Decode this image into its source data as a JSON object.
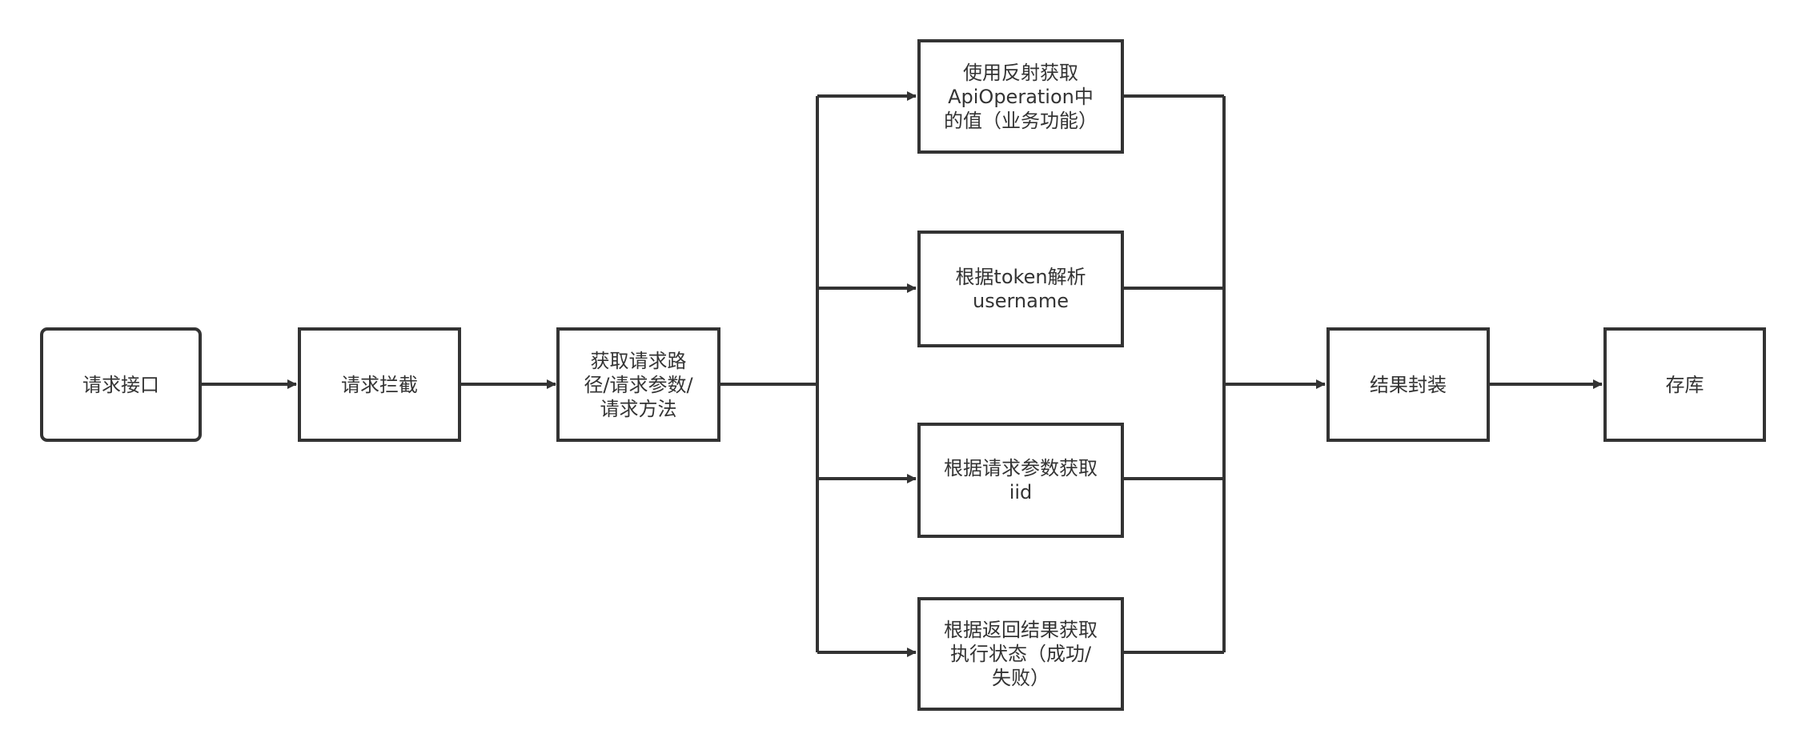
{
  "diagram": {
    "type": "flowchart",
    "colors": {
      "stroke": "#333333",
      "fill": "#ffffff",
      "text": "#333333"
    },
    "nodes": {
      "request_interface": "请求接口",
      "request_intercept": "请求拦截",
      "get_request_info": "获取请求路\n径/请求参数/\n请求方法",
      "reflect_api_operation": "使用反射获取\nApiOperation中\n的值（业务功能）",
      "parse_username": "根据token解析\nusername",
      "get_iid": "根据请求参数获取\niid",
      "get_exec_status": "根据返回结果获取\n执行状态（成功/\n失败）",
      "wrap_result": "结果封装",
      "store": "存库"
    },
    "edges": [
      [
        "request_interface",
        "request_intercept"
      ],
      [
        "request_intercept",
        "get_request_info"
      ],
      [
        "get_request_info",
        "reflect_api_operation"
      ],
      [
        "get_request_info",
        "parse_username"
      ],
      [
        "get_request_info",
        "get_iid"
      ],
      [
        "get_request_info",
        "get_exec_status"
      ],
      [
        "reflect_api_operation",
        "wrap_result"
      ],
      [
        "parse_username",
        "wrap_result"
      ],
      [
        "get_iid",
        "wrap_result"
      ],
      [
        "get_exec_status",
        "wrap_result"
      ],
      [
        "wrap_result",
        "store"
      ]
    ]
  }
}
